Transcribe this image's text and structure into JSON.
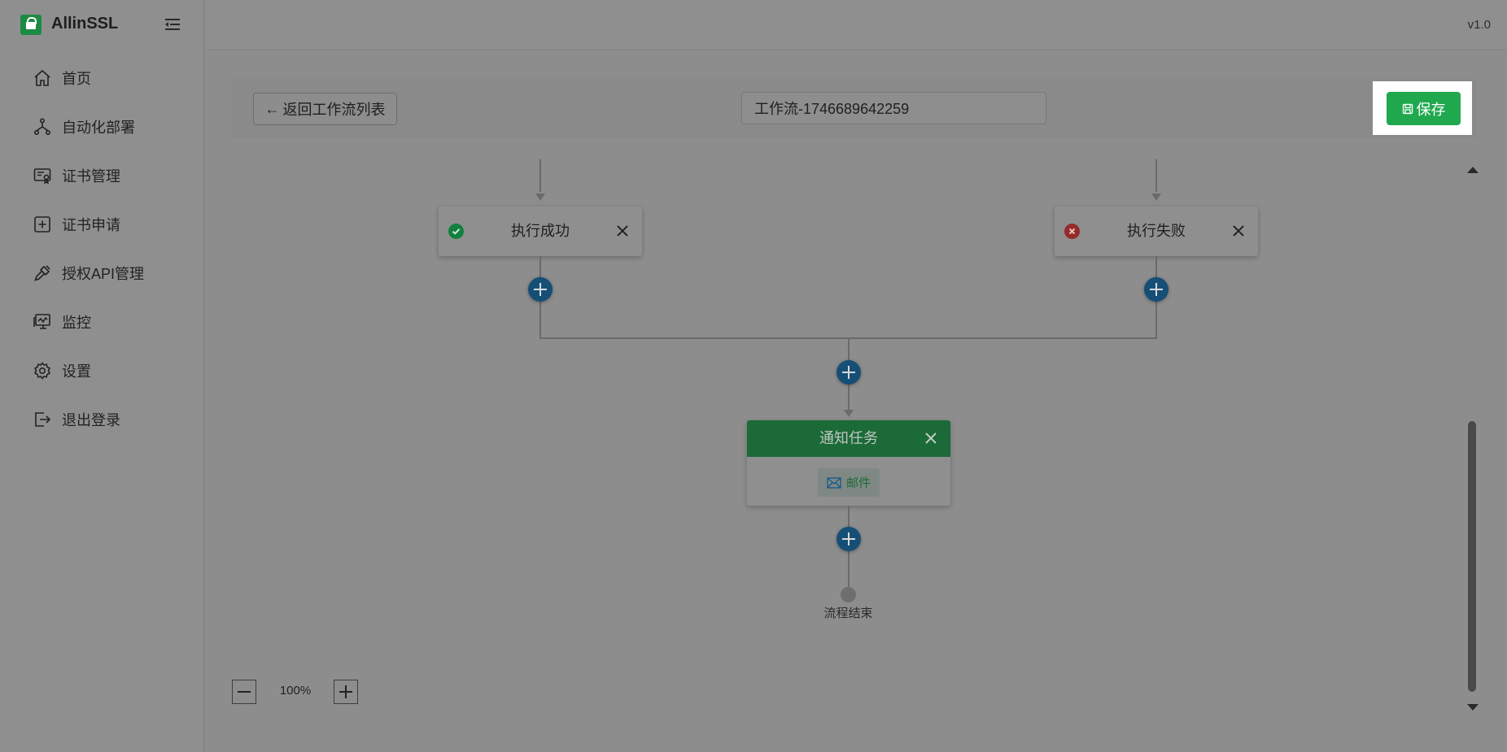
{
  "app": {
    "name": "AllinSSL",
    "version": "v1.0"
  },
  "sidebar": {
    "items": [
      {
        "label": "首页",
        "icon": "home-icon"
      },
      {
        "label": "自动化部署",
        "icon": "deploy-icon"
      },
      {
        "label": "证书管理",
        "icon": "certificate-icon"
      },
      {
        "label": "证书申请",
        "icon": "plus-square-icon"
      },
      {
        "label": "授权API管理",
        "icon": "api-key-icon"
      },
      {
        "label": "监控",
        "icon": "monitor-icon"
      },
      {
        "label": "设置",
        "icon": "gear-icon"
      },
      {
        "label": "退出登录",
        "icon": "logout-icon"
      }
    ]
  },
  "editor": {
    "back_label": "返回工作流列表",
    "workflow_name": "工作流-1746689642259",
    "save_label": "保存"
  },
  "flow": {
    "success_node": "执行成功",
    "failure_node": "执行失败",
    "notify_node": "通知任务",
    "notify_channel": "邮件",
    "end_label": "流程结束"
  },
  "zoom": {
    "level": "100%"
  },
  "colors": {
    "accent_green": "#20a84f",
    "add_button": "#164f76",
    "overlay_gray": "#8d8d8d"
  }
}
